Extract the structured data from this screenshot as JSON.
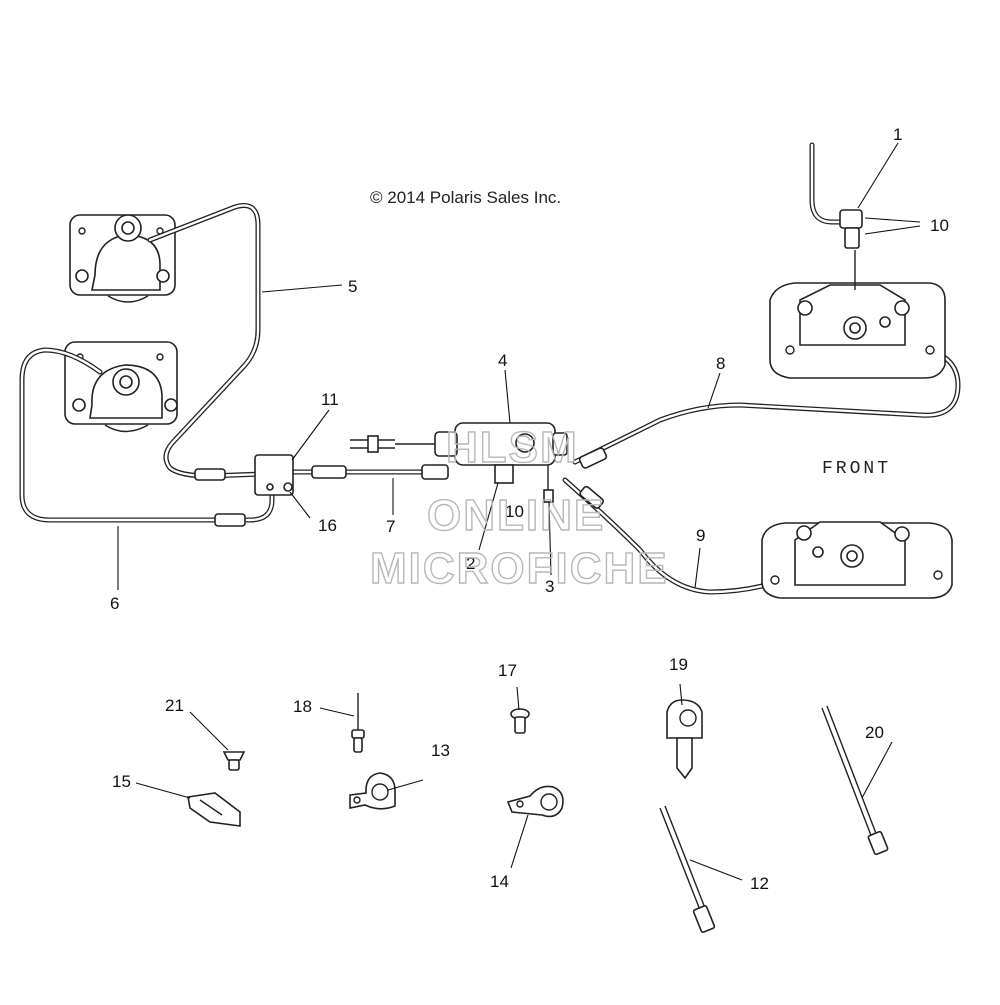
{
  "copyright": "© 2014 Polaris Sales Inc.",
  "front_label": "FRONT",
  "watermark": {
    "line1": "HLSM",
    "line2": "ONLINE",
    "line3": "MICROFICHE"
  },
  "callouts": {
    "c1": "1",
    "c2": "2",
    "c3": "3",
    "c4": "4",
    "c5": "5",
    "c6": "6",
    "c7": "7",
    "c8": "8",
    "c9": "9",
    "c10a": "10",
    "c10b": "10",
    "c11": "11",
    "c12": "12",
    "c13": "13",
    "c14": "14",
    "c15": "15",
    "c16": "16",
    "c17": "17",
    "c18": "18",
    "c19": "19",
    "c20": "20",
    "c21": "21"
  }
}
